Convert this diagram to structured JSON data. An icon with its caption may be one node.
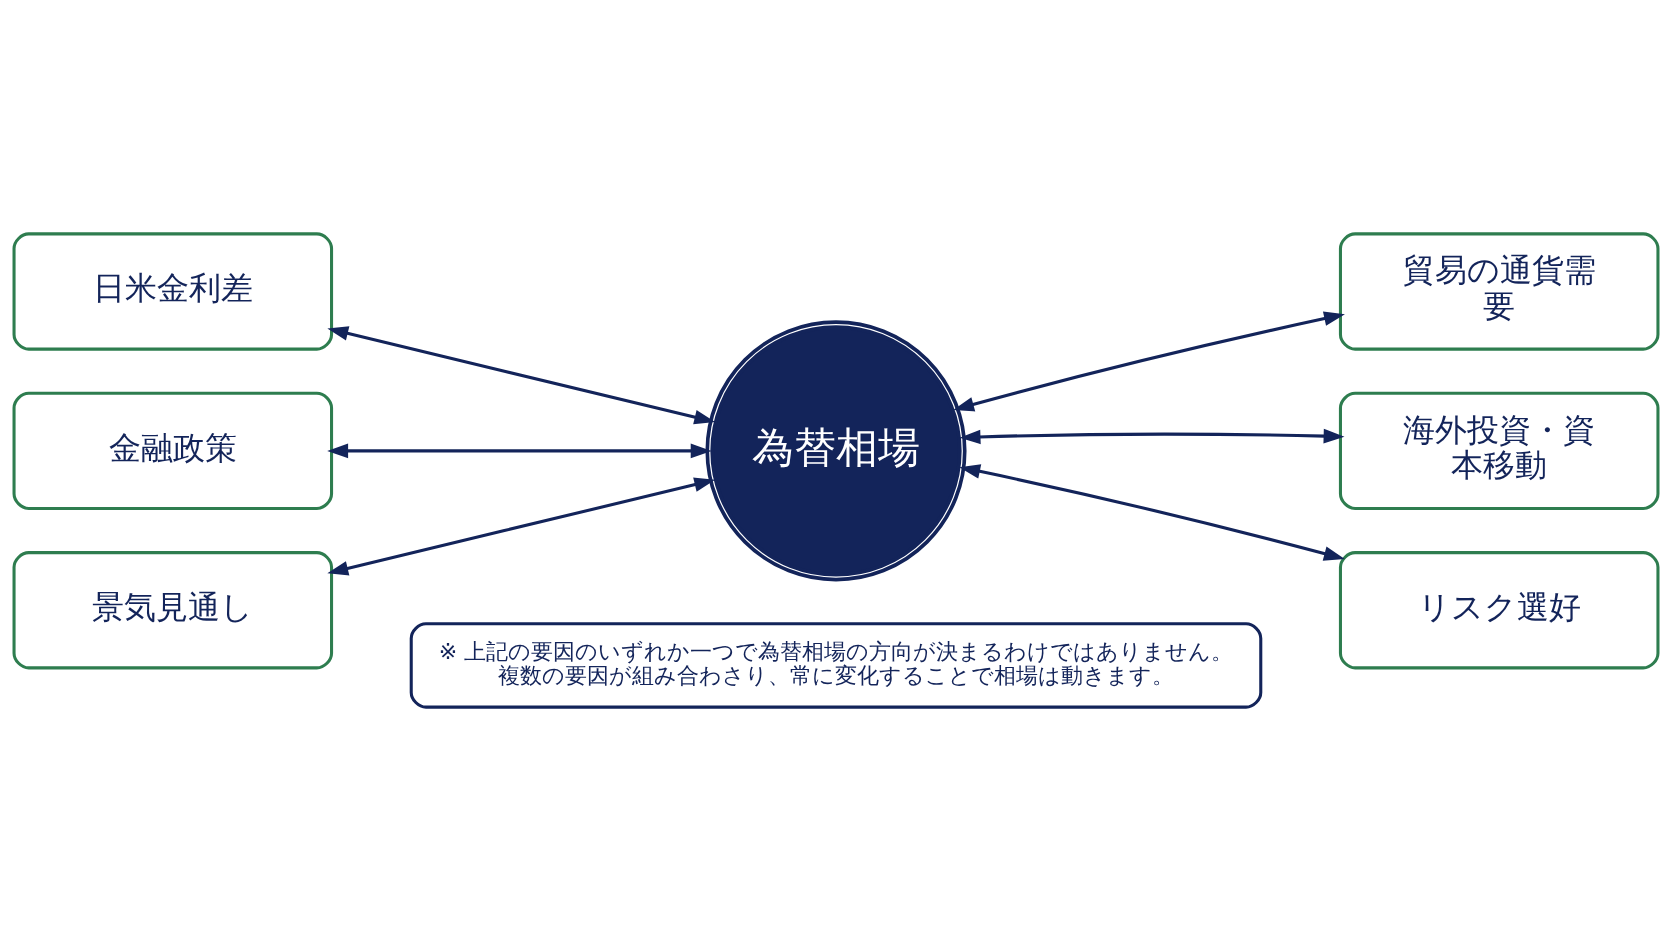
{
  "diagram": {
    "nodes": [
      {
        "text": [
          "日米金利差"
        ]
      },
      {
        "text": [
          "貿易の通貨需要"
        ]
      },
      {
        "text": [
          "金融政策"
        ]
      },
      {
        "text": [
          "為替相場"
        ]
      },
      {
        "text": [
          "海外投資・資本移動"
        ]
      },
      {
        "text": [
          "景気見通し"
        ]
      },
      {
        "text": [
          "リスク選好"
        ]
      },
      {
        "text": [
          "※ 上記の要因のいずれか一つで為替相場の方向が決まるわけではありません。複数の要因が組み合わさり、常に変化することで相場は動きます。"
        ]
      }
    ],
    "edges": [
      {
        "from": 0,
        "to": 3,
        "arrow": "both"
      },
      {
        "from": 1,
        "to": 3,
        "arrow": "both"
      },
      {
        "from": 2,
        "to": 3,
        "arrow": "both"
      },
      {
        "from": 4,
        "to": 3,
        "arrow": "both"
      },
      {
        "from": 5,
        "to": 3,
        "arrow": "both"
      },
      {
        "from": 6,
        "to": 3,
        "arrow": "both"
      }
    ]
  }
}
